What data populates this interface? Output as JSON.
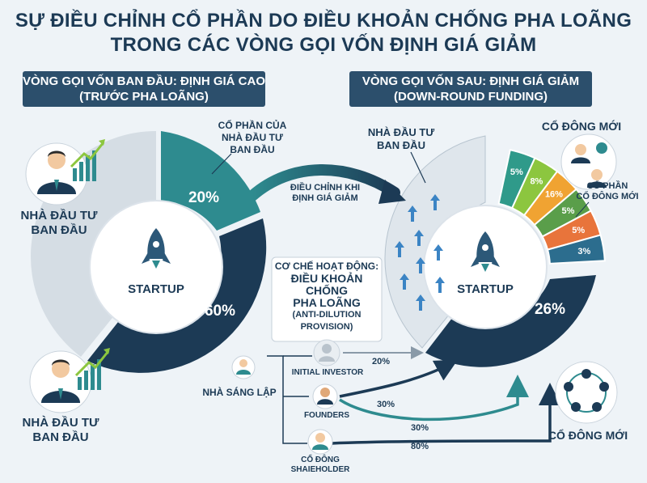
{
  "title_line1": "SỰ ĐIỀU CHỈNH CỔ PHẦN DO ĐIỀU KHOẢN CHỐNG PHA LOÃNG",
  "title_line2": "TRONG CÁC VÒNG GỌI VỐN ĐỊNH GIÁ GIẢM",
  "left_banner_l1": "VÒNG GỌI VỐN BAN ĐẦU: ĐỊNH GIÁ CAO",
  "left_banner_l2": "(TRƯỚC PHA LOÃNG)",
  "right_banner_l1": "VÒNG GỌI VỐN SAU: ĐỊNH GIÁ GIẢM",
  "right_banner_l2": "(DOWN-ROUND FUNDING)",
  "left_investor_top": [
    "NHÀ ĐẦU TƯ",
    "BAN ĐẦU"
  ],
  "left_investor_bottom": [
    "NHÀ ĐẦU TƯ",
    "BAN ĐẦU"
  ],
  "left_callout": [
    "CỔ PHẦN CỦA",
    "NHÀ ĐẦU TƯ",
    "BAN ĐẦU"
  ],
  "startup_label": "STARTUP",
  "left_pct_top": "20%",
  "left_pct_bottom": "60%",
  "founder_label": "NHÀ SÁNG LẬP",
  "arrow_label": [
    "ĐIỀU CHỈNH KHI",
    "ĐỊNH GIÁ GIẢM"
  ],
  "mechanism": [
    "CƠ CHẾ HOẠT ĐỘNG:",
    "ĐIỀU KHOẢN",
    "CHỐNG",
    "PHA LOÃNG",
    "(ANTI-DILUTION",
    "PROVISION)"
  ],
  "right_investor_label": [
    "NHÀ ĐẦU TƯ",
    "BAN ĐẦU"
  ],
  "new_shareholders_top": "CỔ ĐÔNG MỚI",
  "new_shareholders_share": [
    "CỔ PHẦN",
    "CỔ ĐÔNG MỚI"
  ],
  "new_shareholders_bottom": "CỔ ĐÔNG MỚI",
  "right_pct_big": "26%",
  "slices": [
    "5%",
    "8%",
    "16%",
    "5%",
    "5%",
    "3%"
  ],
  "slice_colors": [
    "#2f9a8a",
    "#8cc63f",
    "#f0a332",
    "#5a9e4a",
    "#e8743b",
    "#2c6d8e"
  ],
  "flow": {
    "initial_investor": "INITIAL INVESTOR",
    "founders": "FOUNDERS",
    "shareholder_l1": "CỔ ĐÔNG",
    "shareholder_l2": "SHAIEHOLDER",
    "pct_1": "20%",
    "pct_2": "30%",
    "pct_3": "30%",
    "pct_4": "80%"
  },
  "colors": {
    "navy": "#1c3a55",
    "teal": "#2e8b8f",
    "gray": "#c9d3dc"
  }
}
